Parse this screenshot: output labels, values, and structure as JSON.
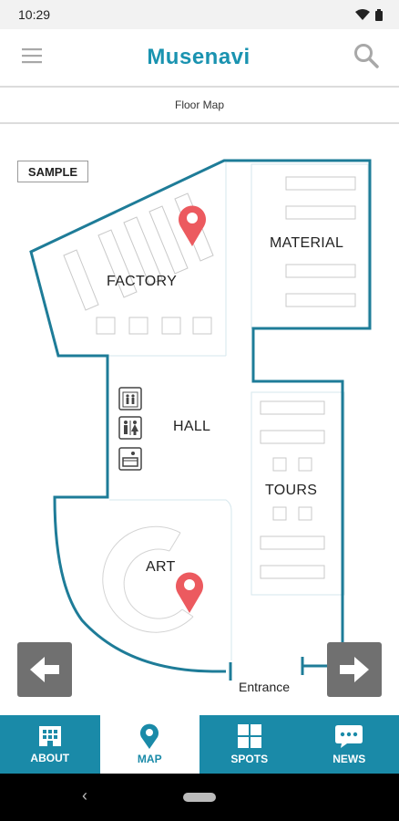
{
  "status": {
    "time": "10:29"
  },
  "header": {
    "logo": "Musenavi",
    "menu_icon": "hamburger-icon",
    "search_icon": "search-icon"
  },
  "subtitle": "Floor Map",
  "map": {
    "badge": "SAMPLE",
    "rooms": {
      "factory": "FACTORY",
      "material": "MATERIAL",
      "hall": "HALL",
      "tours": "TOURS",
      "art": "ART"
    },
    "entrance": "Entrance",
    "facility_icons": [
      "elevator-icon",
      "restroom-icon",
      "info-desk-icon"
    ],
    "pins": [
      "location-pin-icon",
      "location-pin-icon"
    ]
  },
  "nav_arrows": {
    "prev": "arrow-left-icon",
    "next": "arrow-right-icon"
  },
  "tabs": [
    {
      "label": "ABOUT",
      "icon": "building-icon",
      "active": false
    },
    {
      "label": "MAP",
      "icon": "map-pin-icon",
      "active": true
    },
    {
      "label": "SPOTS",
      "icon": "grid-icon",
      "active": false
    },
    {
      "label": "NEWS",
      "icon": "chat-bubble-icon",
      "active": false
    }
  ],
  "colors": {
    "accent": "#1a8aa8",
    "logo": "#1a93b0",
    "pin": "#ec5a5f",
    "arrow_button": "#707070"
  }
}
